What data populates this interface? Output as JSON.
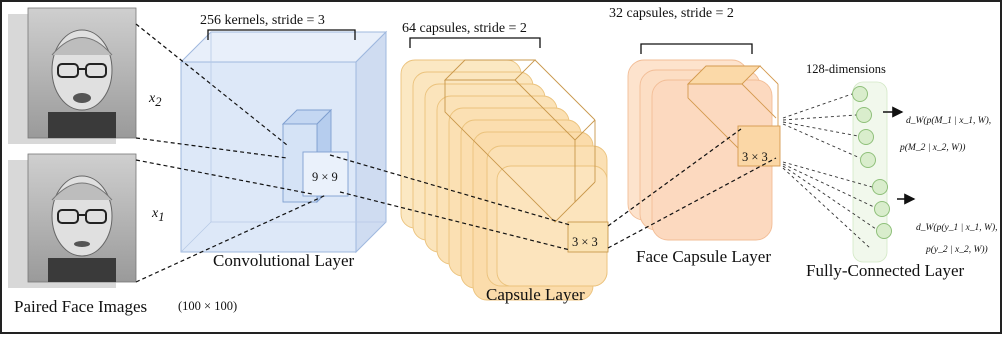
{
  "annotations": {
    "conv_kernels": "256 kernels, stride = 3",
    "capsule_kernels": "64 capsules, stride = 2",
    "face_capsule_kernels": "32 capsules, stride = 2",
    "fc_dimensions": "128-dimensions",
    "conv_kernel_size": "9 × 9",
    "capsule_kernel_size": "3 × 3",
    "face_kernel_size": "3 × 3"
  },
  "layers": {
    "input": "Paired Face Images",
    "input_size": "(100 × 100)",
    "conv": "Convolutional Layer",
    "capsule": "Capsule Layer",
    "face_capsule": "Face Capsule Layer",
    "fully_connected": "Fully-Connected Layer"
  },
  "inputs": {
    "x2": "x",
    "x2_sub": "2",
    "x1": "x",
    "x1_sub": "1"
  },
  "outputs": {
    "metric_top_line1": "d_W(p(M_1 | x_1, W),",
    "metric_top_line2": "p(M_2 | x_2, W))",
    "metric_bottom_line1": "d_W(p(y_1 | x_1, W),",
    "metric_bottom_line2": "p(y_2 | x_2, W))"
  },
  "colors": {
    "conv_fill": "#dde8f8",
    "conv_stroke": "#9fb8de",
    "capsule_fill": "#fbe3b4",
    "capsule_stroke": "#e9b865",
    "face_fill": "#fcd9bf",
    "face_stroke": "#f0b487",
    "node_fill": "#d9edcc",
    "node_stroke": "#8fc07a"
  }
}
